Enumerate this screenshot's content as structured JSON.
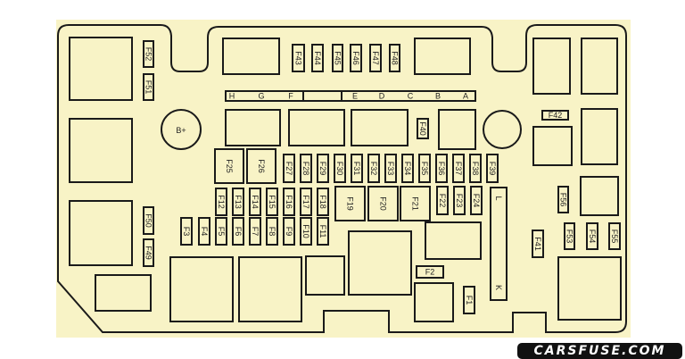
{
  "diagram": {
    "terminal_label": "B+",
    "connector_letters": [
      "H",
      "G",
      "F",
      "E",
      "D",
      "C",
      "B",
      "A"
    ],
    "connector_strip_labels": {
      "top": "L",
      "bottom": "K"
    },
    "fuses": {
      "F1": "F1",
      "F2": "F2",
      "F3": "F3",
      "F4": "F4",
      "F5": "F5",
      "F6": "F6",
      "F7": "F7",
      "F8": "F8",
      "F9": "F9",
      "F10": "F10",
      "F11": "F11",
      "F12": "F12",
      "F13": "F13",
      "F14": "F14",
      "F15": "F15",
      "F16": "F16",
      "F17": "F17",
      "F18": "F18",
      "F19": "F19",
      "F20": "F20",
      "F21": "F21",
      "F22": "F22",
      "F23": "F23",
      "F24": "F24",
      "F25": "F25",
      "F26": "F26",
      "F27": "F27",
      "F28": "F28",
      "F29": "F29",
      "F30": "F30",
      "F31": "F31",
      "F32": "F32",
      "F33": "F33",
      "F34": "F34",
      "F35": "F35",
      "F36": "F36",
      "F37": "F37",
      "F38": "F38",
      "F39": "F39",
      "F40": "F40",
      "F41": "F41",
      "F42": "F42",
      "F43": "F43",
      "F44": "F44",
      "F45": "F45",
      "F46": "F46",
      "F47": "F47",
      "F48": "F48",
      "F49": "F49",
      "F50": "F50",
      "F51": "F51",
      "F52": "F52",
      "F53": "F53",
      "F54": "F54",
      "F55": "F55",
      "F56": "F56"
    },
    "colors": {
      "panel": "#f8f3c6",
      "outline": "#1a1a1a"
    }
  },
  "watermark": "CARSFUSE.COM"
}
